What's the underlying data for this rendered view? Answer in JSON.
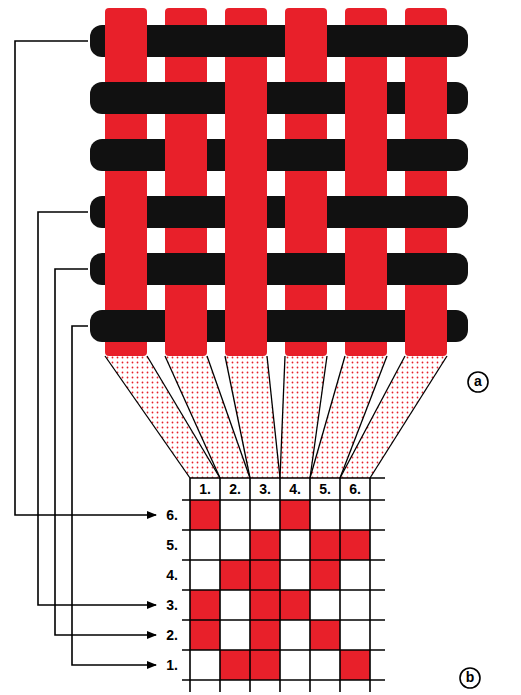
{
  "diagram": {
    "labels": [
      "1.",
      "2.",
      "3.",
      "4.",
      "5.",
      "6.",
      "6.",
      "5.",
      "4.",
      "3.",
      "2.",
      "1.",
      "a",
      "b"
    ]
  }
}
